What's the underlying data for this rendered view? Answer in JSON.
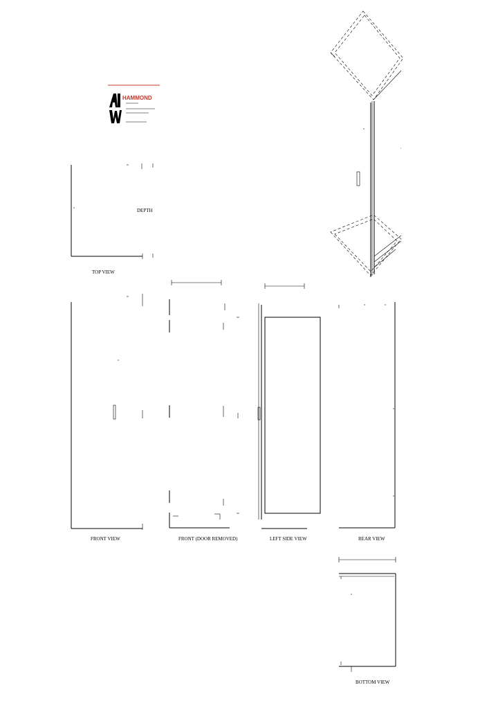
{
  "logo": {
    "mark": "AHW",
    "brand": "HAMMOND",
    "lines": [
      "",
      "",
      ""
    ],
    "accent": "#c0392b"
  },
  "views": {
    "top": "TOP VIEW",
    "front": "FRONT VIEW",
    "front_door_removed": "FRONT (DOOR REMOVED)",
    "left_side": "LEFT SIDE VIEW",
    "rear": "REAR VIEW",
    "bottom": "BOTTOM VIEW"
  },
  "dims": {
    "top_depth": "DEPTH",
    "top_small": "",
    "front_top": "",
    "front_height": "",
    "door_removed_width": "",
    "door_removed_height": "",
    "side_width": "",
    "side_small": "",
    "side_height": "",
    "bottom_width": ""
  }
}
